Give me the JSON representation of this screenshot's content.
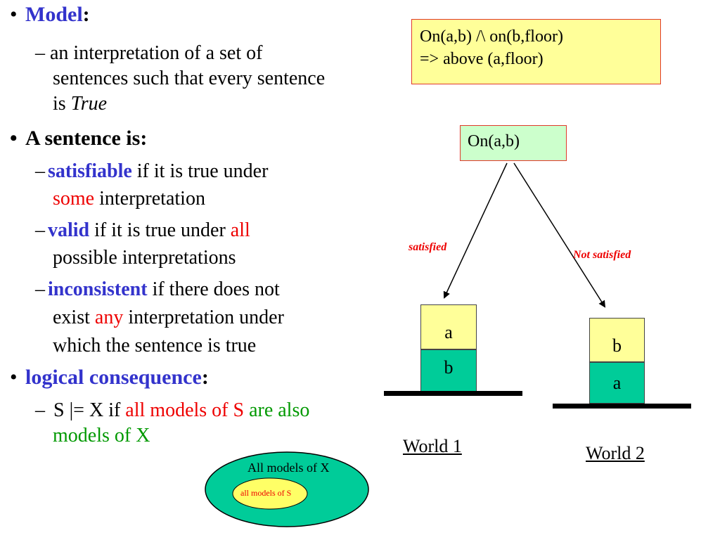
{
  "left": {
    "model": {
      "term": "Model",
      "colon": ":"
    },
    "model_def": {
      "dash": "–",
      "line1": "an interpretation of a set of",
      "line2": "sentences such that every sentence",
      "line3_pre": "is ",
      "line3_em": "True"
    },
    "sentence_heading": "A sentence is:",
    "satisfiable": {
      "dash": "–",
      "term": "satisfiable",
      "rest": " if it is true under",
      "some": "some",
      "line2_rest": " interpretation"
    },
    "valid": {
      "dash": "–",
      "term": "valid",
      "rest": " if it is true under ",
      "all": "all",
      "line2": "possible interpretations"
    },
    "inconsistent": {
      "dash": "–",
      "term": "inconsistent",
      "rest": " if there does not",
      "line2_pre": "exist ",
      "any": "any",
      "line2_post": " interpretation under",
      "line3": "which the sentence is true"
    },
    "consequence": {
      "term": "logical consequence",
      "colon": ":"
    },
    "consequence_def": {
      "dash": "–",
      "notation": "S |= X if ",
      "red": "all models of S",
      "green1": " are also",
      "green2": "models of X"
    }
  },
  "bullet_char": "•",
  "diagram": {
    "formula_line1": "On(a,b) /\\ on(b,floor)",
    "formula_line2": "=> above (a,floor)",
    "root": "On(a,b)",
    "edge_left_label": "satisfied",
    "edge_right_label": "Not satisfied",
    "world1": {
      "top": "a",
      "bottom": "b",
      "label": "World 1"
    },
    "world2": {
      "top": "b",
      "bottom": "a",
      "label": "World 2"
    }
  },
  "venn": {
    "outer": "All models of X",
    "inner": "all models of S"
  },
  "colors": {
    "term_blue": "#3333cc",
    "red": "#ee0000",
    "green": "#009900",
    "block_top": "#ffff99",
    "block_bottom": "#00cc99",
    "formula_bg": "#ffff99",
    "root_bg": "#ccffcc",
    "venn_outer": "#00cc99",
    "venn_inner": "#ffff66"
  }
}
